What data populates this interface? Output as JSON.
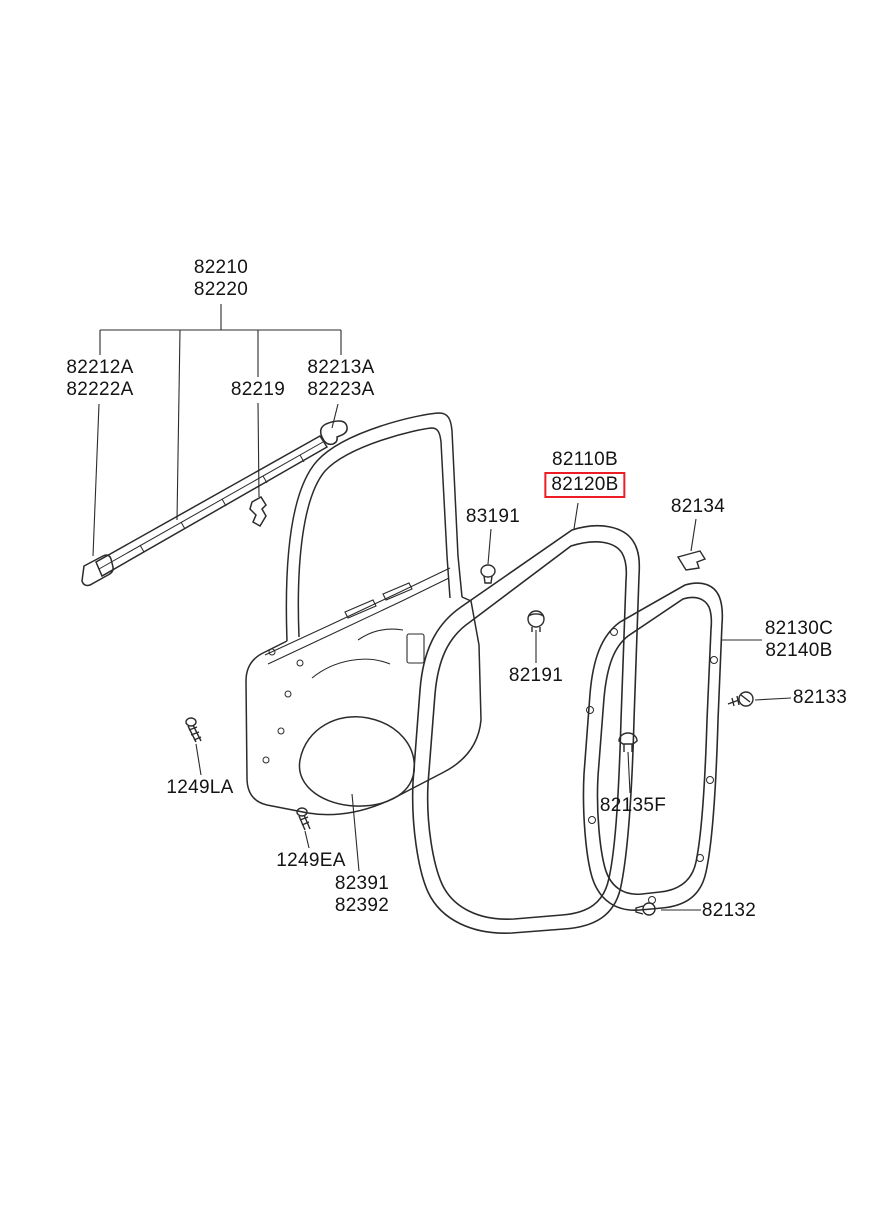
{
  "diagram": {
    "type": "exploded-parts-diagram",
    "description": "Front door moulding and weatherstrip parts diagram",
    "background_color": "#ffffff",
    "line_color": "#2b2b2b",
    "highlight_color": "#ee1c25",
    "highlighted_part": "82120B",
    "components": [
      "belt-moulding-strip",
      "door-shell-with-window-frame",
      "door-trim-panel",
      "door-weatherstrip",
      "body-side-weatherstrip",
      "clips-and-screws"
    ]
  },
  "labels": {
    "l82210": {
      "line1": "82210",
      "line2": "82220"
    },
    "l82212A": {
      "line1": "82212A",
      "line2": "82222A"
    },
    "l82219": {
      "line1": "82219"
    },
    "l82213A": {
      "line1": "82213A",
      "line2": "82223A"
    },
    "l82110B": {
      "line1": "82110B",
      "line2": "82120B"
    },
    "l83191": {
      "line1": "83191"
    },
    "l82134": {
      "line1": "82134"
    },
    "l82130C": {
      "line1": "82130C",
      "line2": "82140B"
    },
    "l82191": {
      "line1": "82191"
    },
    "l82133": {
      "line1": "82133"
    },
    "l1249LA": {
      "line1": "1249LA"
    },
    "l82135F": {
      "line1": "82135F"
    },
    "l1249EA": {
      "line1": "1249EA"
    },
    "l82391": {
      "line1": "82391",
      "line2": "82392"
    },
    "l82132": {
      "line1": "82132"
    }
  }
}
